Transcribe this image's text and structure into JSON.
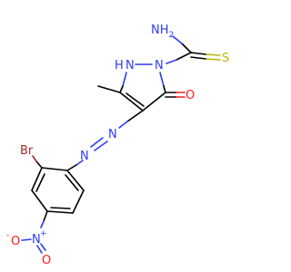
{
  "colors": {
    "carbon": "#000000",
    "nitrogen": "#2c3cf2",
    "oxygen": "#ff1a1a",
    "sulfur": "#b8b800",
    "bromine": "#a52a2a",
    "background": "#ffffff"
  },
  "atoms": {
    "nh2": "NH",
    "nh2_sub": "2",
    "s": "S",
    "n_ring1": "N",
    "nh_ring": "N",
    "h_ring": "H",
    "o_keto": "O",
    "azo_n1": "N",
    "azo_n2": "N",
    "br": "Br",
    "nitro_n": "N",
    "nitro_plus": "+",
    "nitro_o1": "O",
    "nitro_o2": "O",
    "nitro_minus": "-"
  }
}
